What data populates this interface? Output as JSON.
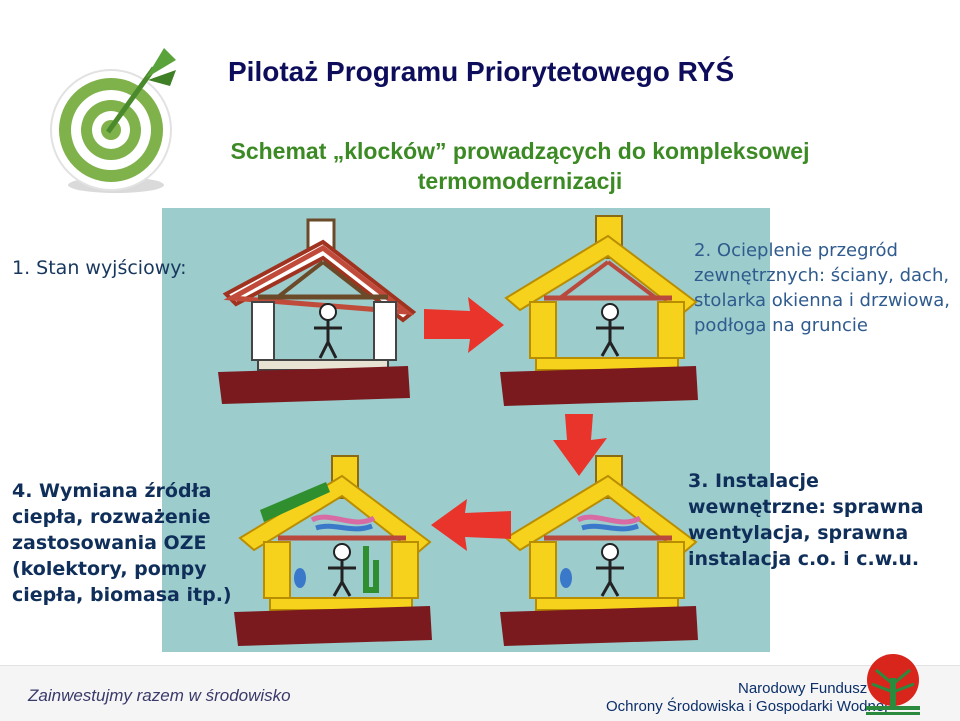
{
  "header": {
    "title": "Pilotaż Programu Priorytetowego RYŚ",
    "subtitle_line1": "Schemat „klocków” prowadzących do kompleksowej",
    "subtitle_line2": "termomodernizacji"
  },
  "steps": [
    {
      "label": "1. Stan wyjściowy:"
    },
    {
      "label": "2. Ocieplenie przegród zewnętrznych: ściany, dach, stolarka okienna i drzwiowa, podłoga na gruncie"
    },
    {
      "label": "3. Instalacje wewnętrzne: sprawna wentylacja, sprawna instalacja c.o. i c.w.u."
    },
    {
      "label": "4. Wymiana źródła ciepła, rozważenie zastosowania OZE (kolektory, pompy ciepła, biomasa itp.)"
    }
  ],
  "footer": {
    "slogan": "Zainwestujmy razem w środowisko",
    "fund_line1": "Narodowy Fundusz",
    "fund_line2": "Ochrony Środowiska i Gospodarki Wodnej"
  },
  "colors": {
    "title": "#0d0d5c",
    "subtitle": "#3c8a24",
    "panel": "#9ccccc",
    "arrow": "#e8342a",
    "base": "#7a1a1f",
    "insulation": "#f7d21c",
    "frame": "#b9493d"
  }
}
